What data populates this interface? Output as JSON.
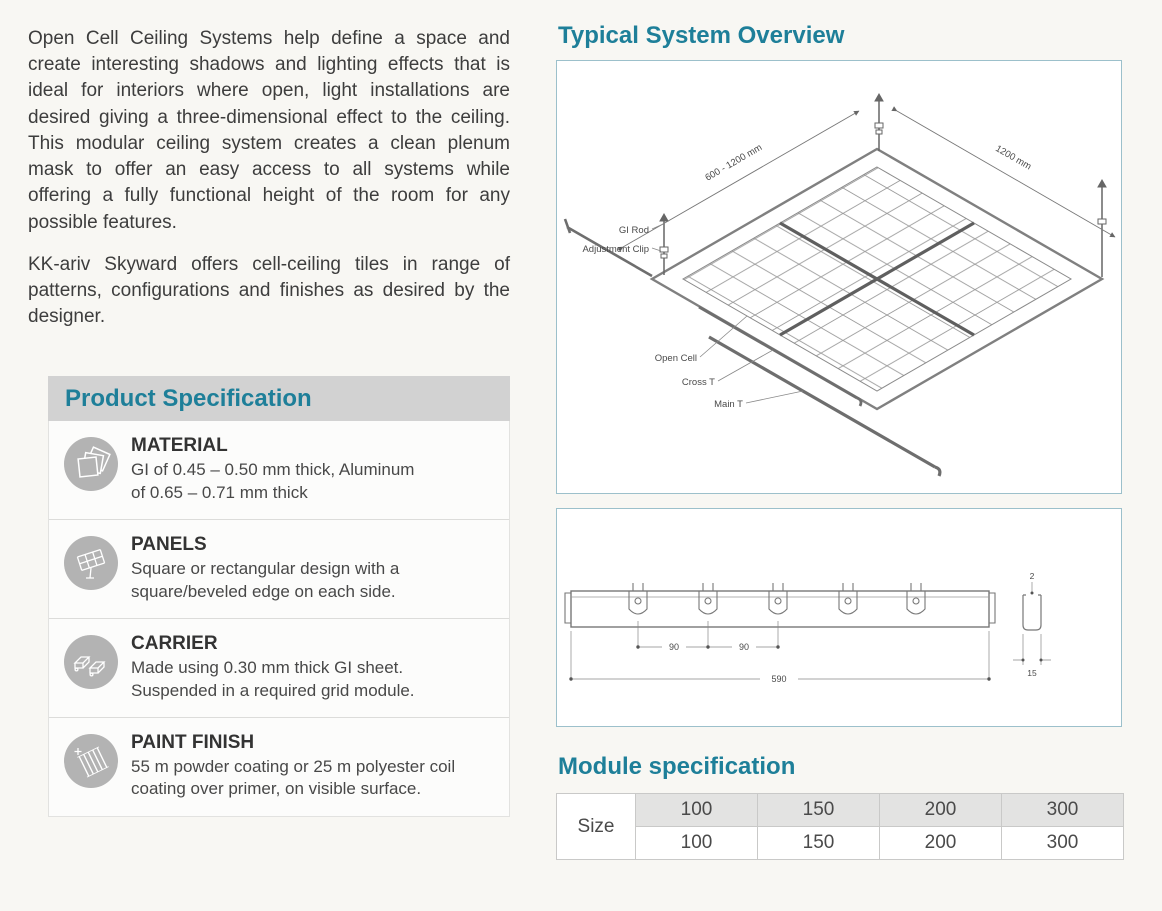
{
  "intro": {
    "paragraph1": "Open Cell Ceiling Systems help define a space and create interesting shadows and lighting effects that is ideal for interiors where open, light installations are desired giving a three-dimensional effect to the ceiling. This modular ceiling system creates a clean plenum mask to offer an easy access to all systems while offering a fully functional height of the room for any possible features.",
    "paragraph2": "KK-ariv Skyward offers cell-ceiling tiles in range of patterns, configurations and finishes as desired by the designer."
  },
  "product_specification": {
    "title": "Product Specification",
    "items": [
      {
        "icon": "material-sheets-icon",
        "title": "MATERIAL",
        "description_lines": [
          "GI of 0.45 – 0.50 mm thick, Aluminum",
          "of 0.65 – 0.71 mm thick"
        ]
      },
      {
        "icon": "panel-grid-icon",
        "title": "PANELS",
        "description_lines": [
          "Square or rectangular design with a",
          "square/beveled edge on each side."
        ]
      },
      {
        "icon": "carrier-profile-icon",
        "title": "CARRIER",
        "description_lines": [
          "Made using 0.30 mm thick GI sheet.",
          "Suspended in a required grid module."
        ]
      },
      {
        "icon": "paint-finish-icon",
        "title": "PAINT FINISH",
        "description_lines": [
          "55 m powder coating or 25 m polyester coil",
          "coating over primer, on visible surface."
        ]
      }
    ]
  },
  "system_overview": {
    "title": "Typical System Overview",
    "diagram_labels": {
      "gi_rod": "GI Rod",
      "adjustment_clip": "Adjustment Clip",
      "open_cell": "Open Cell",
      "cross_t": "Cross T",
      "main_t": "Main T",
      "dim_top_left": "600 - 1200 mm",
      "dim_top_right": "1200 mm"
    },
    "profile_dimensions": {
      "slot_pitch_1": "90",
      "slot_pitch_2": "90",
      "overall_length": "590",
      "thickness": "2",
      "width": "15"
    }
  },
  "module_specification": {
    "title": "Module specification",
    "row_label": "Size",
    "header_values": [
      "100",
      "150",
      "200",
      "300"
    ],
    "row_values": [
      "100",
      "150",
      "200",
      "300"
    ]
  },
  "colors": {
    "accent_teal": "#1e7f99",
    "spec_header_gray": "#d2d2d2",
    "table_header_gray": "#e3e3e2",
    "body_text": "#3d3d3d",
    "icon_circle_gray": "#b3b3b3",
    "diagram_border": "#9cc0cb"
  }
}
